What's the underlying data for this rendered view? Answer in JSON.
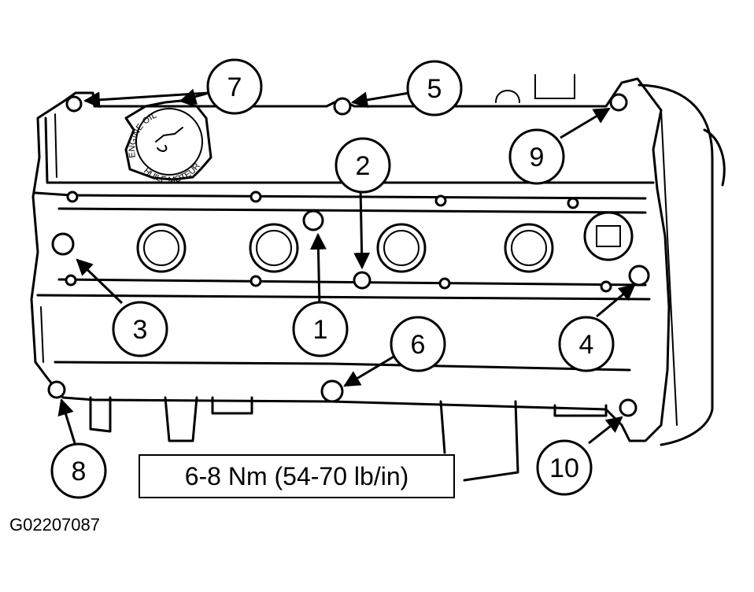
{
  "callouts": [
    {
      "number": "1"
    },
    {
      "number": "2"
    },
    {
      "number": "3"
    },
    {
      "number": "4"
    },
    {
      "number": "5"
    },
    {
      "number": "6"
    },
    {
      "number": "7"
    },
    {
      "number": "8"
    },
    {
      "number": "9"
    },
    {
      "number": "10"
    }
  ],
  "oil_cap": {
    "text_top": "ENGINE OIL",
    "text_bottom": "HUILE MOTEUR"
  },
  "torque_spec": "6-8 Nm (54-70 lb/in)",
  "figure_id": "G02207087",
  "colors": {
    "line": "#000000",
    "background": "#ffffff"
  }
}
